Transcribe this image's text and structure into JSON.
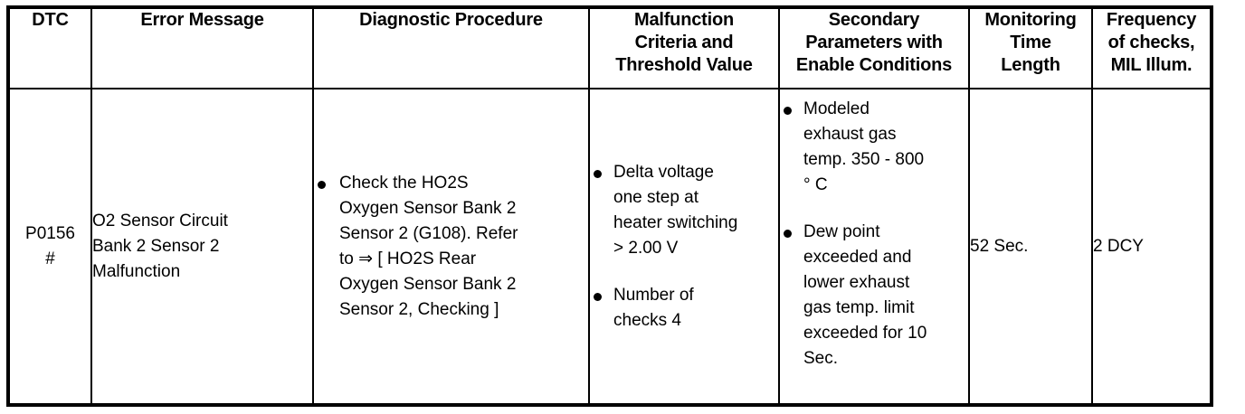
{
  "table": {
    "columns": [
      {
        "id": "dtc",
        "header_lines": [
          "DTC"
        ]
      },
      {
        "id": "error",
        "header_lines": [
          "Error Message"
        ]
      },
      {
        "id": "procedure",
        "header_lines": [
          "Diagnostic Procedure"
        ]
      },
      {
        "id": "criteria",
        "header_lines": [
          "Malfunction",
          "Criteria and",
          "Threshold Value"
        ]
      },
      {
        "id": "secondary",
        "header_lines": [
          "Secondary",
          "Parameters with",
          "Enable Conditions"
        ]
      },
      {
        "id": "monitoring",
        "header_lines": [
          "Monitoring",
          "Time",
          "Length"
        ]
      },
      {
        "id": "frequency",
        "header_lines": [
          "Frequency",
          "of checks,",
          "MIL Illum."
        ]
      }
    ],
    "rows": [
      {
        "dtc": {
          "lines": [
            "P0156",
            "#"
          ]
        },
        "error": {
          "lines": [
            "O2 Sensor Circuit",
            "Bank 2 Sensor 2",
            "Malfunction"
          ]
        },
        "procedure": {
          "bullets": [
            {
              "lines": [
                "Check the HO2S",
                "Oxygen Sensor Bank 2",
                "Sensor 2 (G108). Refer",
                "to ⇒ [ HO2S Rear",
                "Oxygen Sensor Bank 2",
                "Sensor 2, Checking ]"
              ]
            }
          ]
        },
        "criteria": {
          "bullets": [
            {
              "lines": [
                "Delta voltage",
                "one step at",
                "heater switching",
                "> 2.00 V"
              ]
            },
            {
              "lines": [
                "Number of",
                "checks 4"
              ]
            }
          ]
        },
        "secondary": {
          "bullets": [
            {
              "lines": [
                "Modeled",
                "exhaust gas",
                "temp. 350 - 800",
                "° C"
              ]
            },
            {
              "lines": [
                "Dew point",
                "exceeded and",
                "lower exhaust",
                "gas temp. limit",
                "exceeded for 10",
                "Sec."
              ]
            }
          ]
        },
        "monitoring": {
          "lines": [
            "52 Sec."
          ]
        },
        "frequency": {
          "lines": [
            "2 DCY"
          ]
        }
      }
    ]
  },
  "colors": {
    "ink": "#000000",
    "paper": "#ffffff"
  }
}
